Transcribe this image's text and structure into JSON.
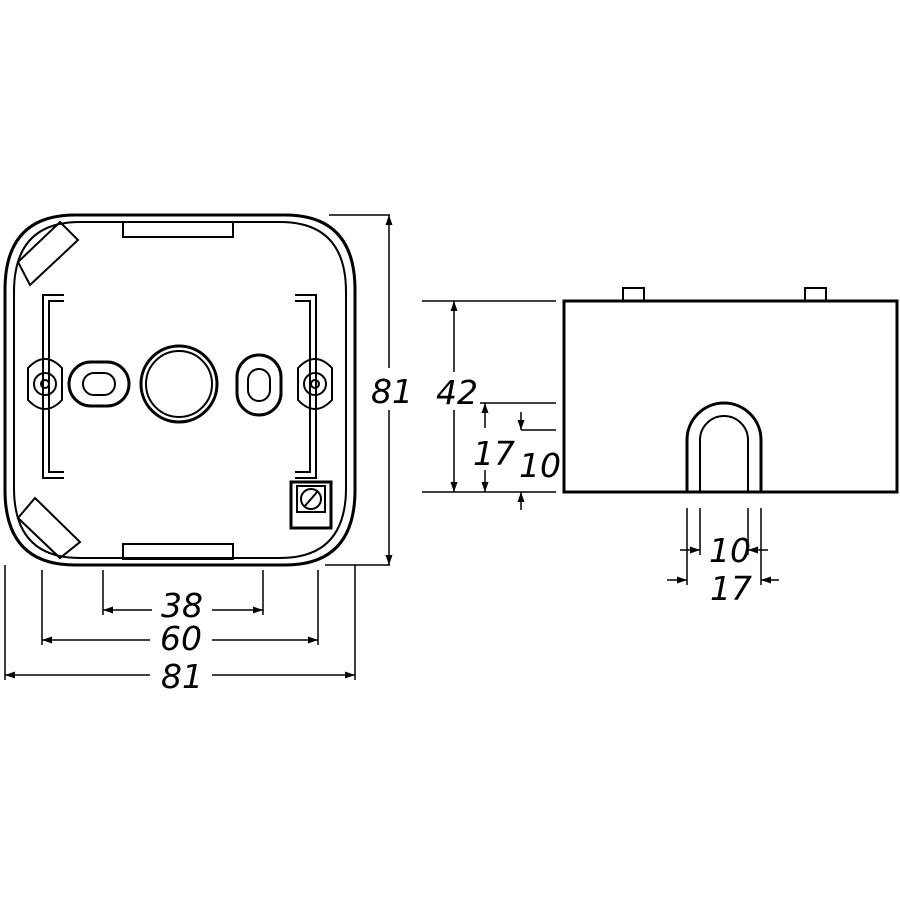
{
  "drawing": {
    "colors": {
      "line": "#000000",
      "background": "#ffffff"
    },
    "front_view": {
      "dim_width_inner": "38",
      "dim_width_mid": "60",
      "dim_width_outer": "81",
      "dim_height": "81"
    },
    "side_view": {
      "dim_height": "42",
      "dim_slot_height_outer": "17",
      "dim_slot_height_inner": "10",
      "dim_slot_width_inner": "10",
      "dim_slot_width_outer": "17"
    }
  }
}
